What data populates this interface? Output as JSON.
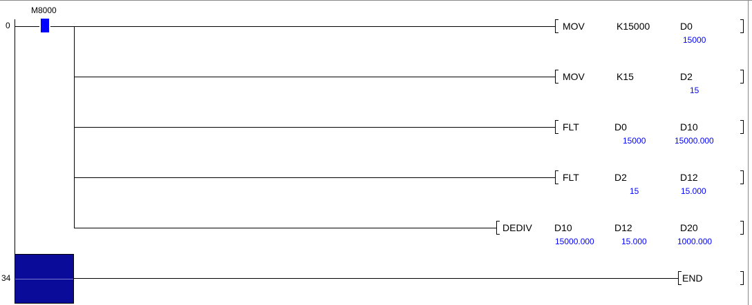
{
  "colors": {
    "background": "#ffffff",
    "wire": "#000000",
    "value_text": "#0000ff",
    "cursor": "#0b0b9a"
  },
  "rungs": [
    {
      "step": "0",
      "contact": {
        "device": "M8000",
        "icon": "normally-open-contact-icon"
      },
      "instructions": [
        {
          "mnemonic": "MOV",
          "operands": [
            "K15000",
            "D0"
          ],
          "values": [
            "",
            "15000"
          ]
        },
        {
          "mnemonic": "MOV",
          "operands": [
            "K15",
            "D2"
          ],
          "values": [
            "",
            "15"
          ]
        },
        {
          "mnemonic": "FLT",
          "operands": [
            "D0",
            "D10"
          ],
          "values": [
            "15000",
            "15000.000"
          ]
        },
        {
          "mnemonic": "FLT",
          "operands": [
            "D2",
            "D12"
          ],
          "values": [
            "15",
            "15.000"
          ]
        },
        {
          "mnemonic": "DEDIV",
          "operands": [
            "D10",
            "D12",
            "D20"
          ],
          "values": [
            "15000.000",
            "15.000",
            "1000.000"
          ]
        }
      ]
    },
    {
      "step": "34",
      "instructions": [
        {
          "mnemonic": "END"
        }
      ]
    }
  ]
}
